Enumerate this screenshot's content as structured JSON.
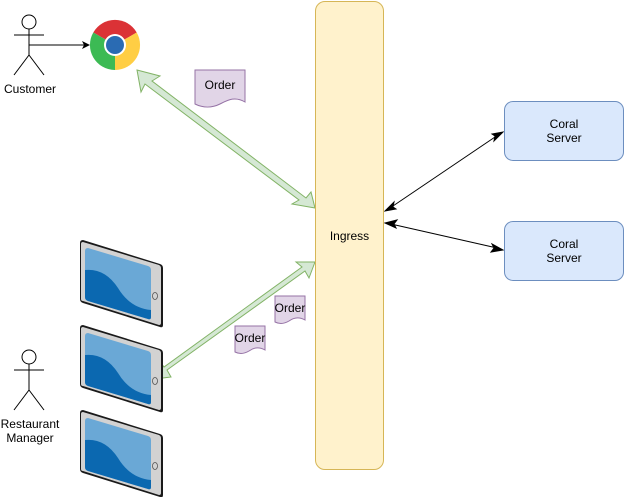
{
  "diagram": {
    "actors": [
      {
        "id": "customer",
        "label": "Customer"
      },
      {
        "id": "restaurant-manager",
        "label": "Restaurant\nManager"
      }
    ],
    "ingress": {
      "label": "Ingress"
    },
    "servers": [
      {
        "label": "Coral\nServer"
      },
      {
        "label": "Coral\nServer"
      }
    ],
    "messages": [
      {
        "label": "Order"
      },
      {
        "label": "Order"
      },
      {
        "label": "Order"
      }
    ],
    "colors": {
      "ingress_fill": "#fff2cc",
      "ingress_stroke": "#d6b656",
      "server_fill": "#dae8fc",
      "server_stroke": "#6c8ebf",
      "flow_arrow_fill": "#d5e8d4",
      "flow_arrow_stroke": "#82b366",
      "message_fill": "#e1d5e7",
      "message_stroke": "#9673a6"
    }
  }
}
